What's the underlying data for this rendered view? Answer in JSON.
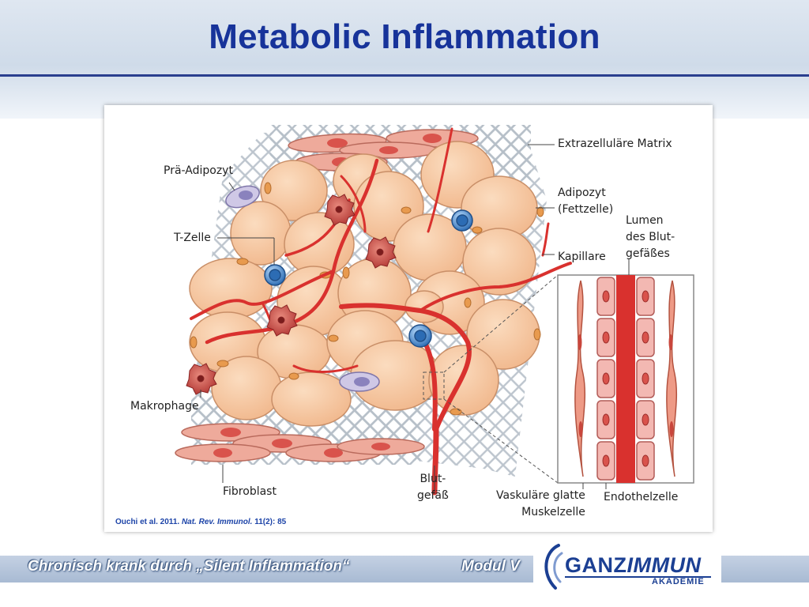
{
  "title": "Metabolic Inflammation",
  "labels": {
    "matrix": "Extrazelluläre Matrix",
    "adipocyte": "Adipozyt\n(Fettzelle)",
    "lumen": "Lumen\ndes Blut-\ngefäßes",
    "capillary": "Kapillare",
    "preadipocyte": "Prä-Adipozyt",
    "tcell": "T-Zelle",
    "macrophage": "Makrophage",
    "fibroblast": "Fibroblast",
    "vessel": "Blut-\ngefäß",
    "smooth_muscle": "Vaskuläre glatte\nMuskelzelle",
    "endothelial": "Endothelzelle"
  },
  "citation": {
    "authors": "Ouchi et al. 2011.",
    "journal": "Nat. Rev. Immunol.",
    "volume": "11(2): 85"
  },
  "footer": {
    "left": "Chronisch krank durch „Silent Inflammation“",
    "module": "Modul V"
  },
  "logo": {
    "part1": "GANZ",
    "part2": "IMMUN",
    "sub": "AKADEMIE"
  },
  "colors": {
    "title": "#17339a",
    "adipocyte_fill": "#f6c8a2",
    "vessel_red": "#d9312e",
    "tcell_blue": "#4a8fd0",
    "macrophage": "#c84a4a",
    "matrix_grid": "#b6bfc8"
  }
}
